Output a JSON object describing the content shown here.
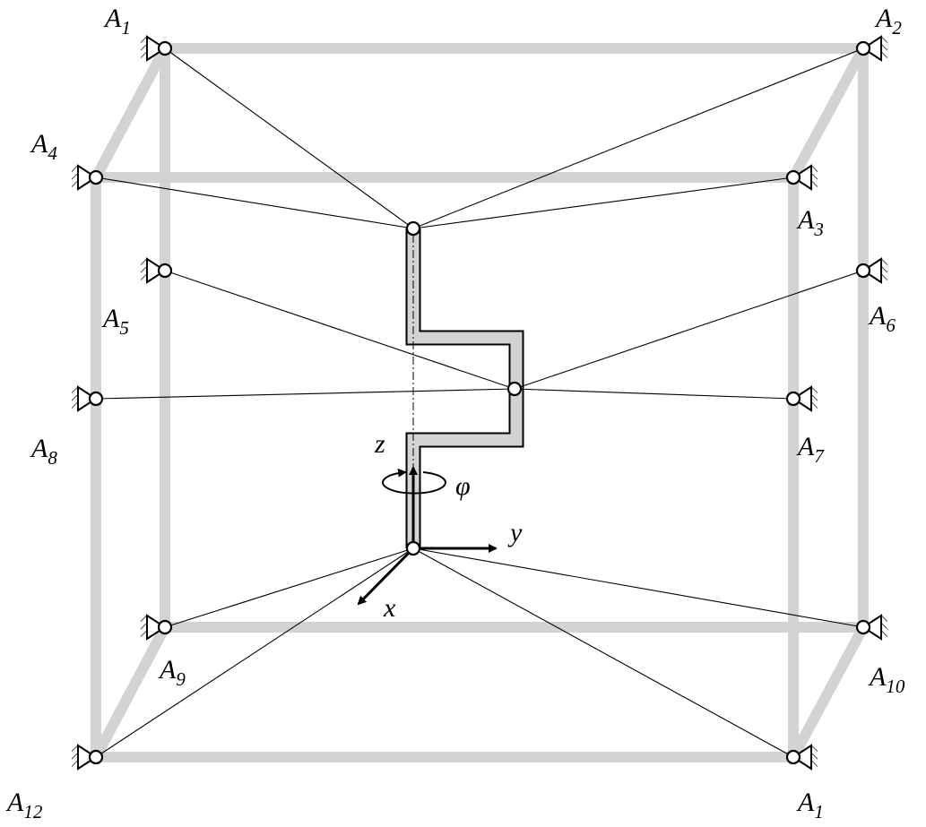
{
  "anchors": [
    {
      "id": "A1_top",
      "letter": "A",
      "sub": "1"
    },
    {
      "id": "A2",
      "letter": "A",
      "sub": "2"
    },
    {
      "id": "A3",
      "letter": "A",
      "sub": "3"
    },
    {
      "id": "A4",
      "letter": "A",
      "sub": "4"
    },
    {
      "id": "A5",
      "letter": "A",
      "sub": "5"
    },
    {
      "id": "A6",
      "letter": "A",
      "sub": "6"
    },
    {
      "id": "A7",
      "letter": "A",
      "sub": "7"
    },
    {
      "id": "A8",
      "letter": "A",
      "sub": "8"
    },
    {
      "id": "A9",
      "letter": "A",
      "sub": "9"
    },
    {
      "id": "A10",
      "letter": "A",
      "sub": "10"
    },
    {
      "id": "A1_bottom",
      "letter": "A",
      "sub": "1"
    },
    {
      "id": "A12",
      "letter": "A",
      "sub": "12"
    }
  ],
  "axes": {
    "z": "z",
    "y": "y",
    "x": "x",
    "phi": "φ"
  }
}
